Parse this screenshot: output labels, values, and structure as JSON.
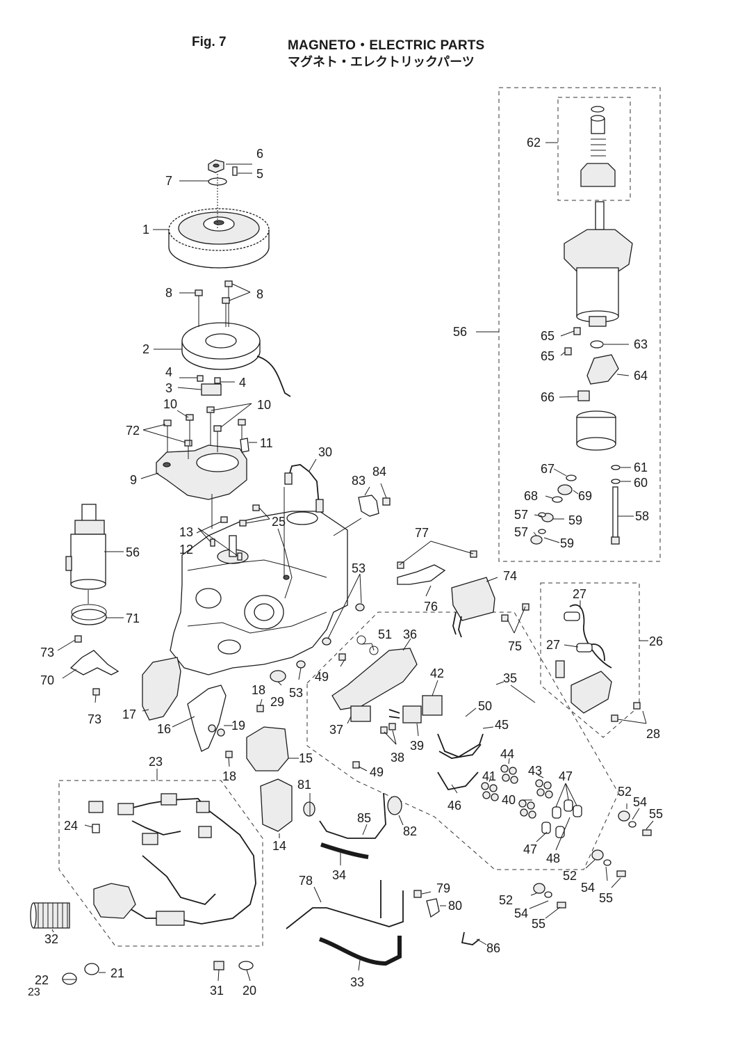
{
  "header": {
    "figure_number": "Fig. 7",
    "title_en": "MAGNETO・ELECTRIC PARTS",
    "title_jp": "マグネト・エレクトリックパーツ"
  },
  "page_number": "23",
  "callouts": {
    "c1": "1",
    "c2": "2",
    "c3": "3",
    "c4a": "4",
    "c4b": "4",
    "c5": "5",
    "c6": "6",
    "c7": "7",
    "c8a": "8",
    "c8b": "8",
    "c9": "9",
    "c10a": "10",
    "c10b": "10",
    "c11": "11",
    "c12": "12",
    "c13": "13",
    "c14": "14",
    "c15": "15",
    "c16": "16",
    "c17": "17",
    "c18a": "18",
    "c18b": "18",
    "c19": "19",
    "c20": "20",
    "c21": "21",
    "c22": "22",
    "c23": "23",
    "c24": "24",
    "c25": "25",
    "c26": "26",
    "c27a": "27",
    "c27b": "27",
    "c28": "28",
    "c29": "29",
    "c30": "30",
    "c31": "31",
    "c32": "32",
    "c33": "33",
    "c34": "34",
    "c35": "35",
    "c36": "36",
    "c37": "37",
    "c38": "38",
    "c39": "39",
    "c40": "40",
    "c41": "41",
    "c42": "42",
    "c43": "43",
    "c44": "44",
    "c45": "45",
    "c46": "46",
    "c47a": "47",
    "c47b": "47",
    "c48": "48",
    "c49a": "49",
    "c49b": "49",
    "c50": "50",
    "c51": "51",
    "c52a": "52",
    "c52b": "52",
    "c52c": "52",
    "c53a": "53",
    "c53b": "53",
    "c54a": "54",
    "c54b": "54",
    "c54c": "54",
    "c55a": "55",
    "c55b": "55",
    "c55c": "55",
    "c56a": "56",
    "c56b": "56",
    "c57a": "57",
    "c57b": "57",
    "c58": "58",
    "c59a": "59",
    "c59b": "59",
    "c60": "60",
    "c61": "61",
    "c62": "62",
    "c63": "63",
    "c64": "64",
    "c65a": "65",
    "c65b": "65",
    "c66": "66",
    "c67": "67",
    "c68": "68",
    "c69": "69",
    "c70": "70",
    "c71": "71",
    "c72": "72",
    "c73a": "73",
    "c73b": "73",
    "c74": "74",
    "c75": "75",
    "c76": "76",
    "c77": "77",
    "c78": "78",
    "c79": "79",
    "c80": "80",
    "c81": "81",
    "c82": "82",
    "c83": "83",
    "c84": "84",
    "c85": "85",
    "c86": "86"
  }
}
